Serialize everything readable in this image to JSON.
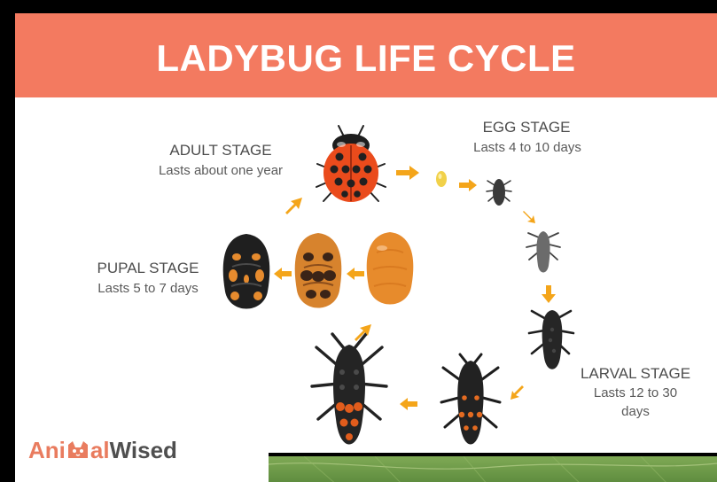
{
  "header": {
    "title": "LADYBUG LIFE CYCLE"
  },
  "stages": {
    "adult": {
      "title": "ADULT STAGE",
      "subtitle": "Lasts about one year"
    },
    "egg": {
      "title": "EGG STAGE",
      "subtitle": "Lasts 4 to 10 days"
    },
    "pupal": {
      "title": "PUPAL STAGE",
      "subtitle": "Lasts 5 to 7 days"
    },
    "larval": {
      "title": "LARVAL STAGE",
      "subtitle_line1": "Lasts 12 to 30",
      "subtitle_line2": "days"
    }
  },
  "logo": {
    "part1": "Ani",
    "part2": "al",
    "part3": "Wised"
  },
  "colors": {
    "header": "#f37a60",
    "arrow": "#f4a51a",
    "ladybug": "#ea4b1c",
    "pupa_dark": "#1f1f1f",
    "pupa_orange": "#e68b2e",
    "larva_dark": "#1e1e1e",
    "larva_orange": "#e46b21",
    "egg": "#f1d14a"
  },
  "icons": {
    "arrow": "arrow-icon",
    "ladybug": "ladybug-icon",
    "egg": "egg-icon",
    "larva": "larva-icon",
    "pupa": "pupa-icon",
    "logo": "animalwised-logo"
  }
}
